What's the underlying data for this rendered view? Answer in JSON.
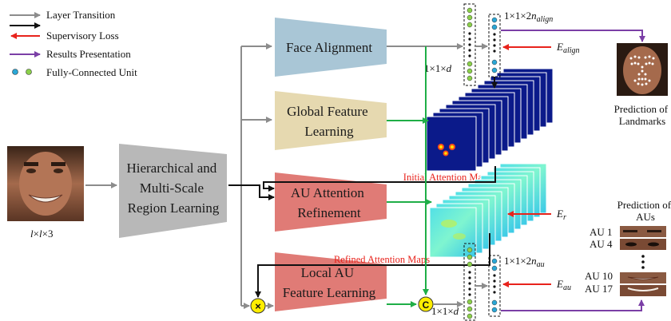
{
  "legend": {
    "layer_transition": "Layer Transition",
    "supervisory_loss": "Supervisory Loss",
    "results_presentation": "Results Presentation",
    "fc_unit": "Fully-Connected Unit"
  },
  "colors": {
    "gray_arrow": "#8c8c8c",
    "black_arrow": "#111111",
    "red_arrow": "#e8231c",
    "purple_arrow": "#7b3fa6",
    "green_arrow": "#1fae47",
    "fa_block": "#a9c6d6",
    "gfl_block": "#e6d9b0",
    "aur_block": "#e07b76",
    "lau_block": "#e07b76",
    "hier_block": "#b8b8b8",
    "yellow_op": "#ffee00"
  },
  "input": {
    "dims_l1": "l",
    "dims_x1": "×",
    "dims_l2": "l",
    "dims_x2": "×",
    "dims_3": "3"
  },
  "blocks": {
    "hierarchical": [
      "Hierarchical and",
      "Multi-Scale",
      "Region Learning"
    ],
    "face_alignment": [
      "Face Alignment"
    ],
    "global_feature": [
      "Global Feature",
      "Learning"
    ],
    "au_attention": [
      "AU Attention",
      "Refinement"
    ],
    "local_au": [
      "Local AU",
      "Feature Learning"
    ]
  },
  "ops": {
    "multiply": "×",
    "concat": "C"
  },
  "maps": {
    "initial": "Initial Attention Maps",
    "refined": "Refined Attention Maps"
  },
  "fc_dims": {
    "top_d_prefix": "1×1×",
    "top_d_var": "d",
    "top_align_prefix": "1×1×2",
    "top_align_var": "n",
    "top_align_sub": "align",
    "bot_d_prefix": "1×1×",
    "bot_d_var": "d",
    "bot_au_prefix": "1×1×2",
    "bot_au_var": "n",
    "bot_au_sub": "au"
  },
  "losses": {
    "e_align_var": "E",
    "e_align_sub": "align",
    "e_r_var": "E",
    "e_r_sub": "r",
    "e_au_var": "E",
    "e_au_sub": "au"
  },
  "results": {
    "landmarks": [
      "Prediction of",
      "Landmarks"
    ],
    "aus_title": [
      "Prediction of",
      "AUs"
    ],
    "au_labels": [
      "AU 1",
      "AU 4",
      "AU 10",
      "AU 17"
    ]
  }
}
